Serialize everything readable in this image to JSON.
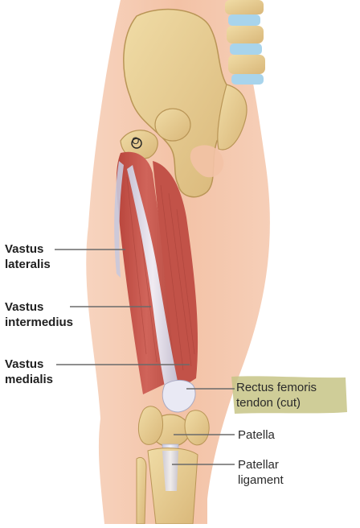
{
  "labels": {
    "vastus_lateralis": [
      "Vastus",
      "lateralis"
    ],
    "vastus_intermedius": [
      "Vastus",
      "intermedius"
    ],
    "vastus_medialis": [
      "Vastus",
      "medialis"
    ],
    "rectus_femoris_tendon": [
      "Rectus femoris",
      "tendon (cut)"
    ],
    "patella": "Patella",
    "patellar_ligament": [
      "Patellar",
      "ligament"
    ],
    "origin_marker": "O"
  },
  "colors": {
    "skin": "#f5c9b0",
    "bone": "#e6c98c",
    "muscle": "#c8564c",
    "tendon": "#dcdcec",
    "vertebral_disc": "#a8d4ec",
    "highlight": "#c7c486",
    "leader_line": "#6a6a6a"
  }
}
